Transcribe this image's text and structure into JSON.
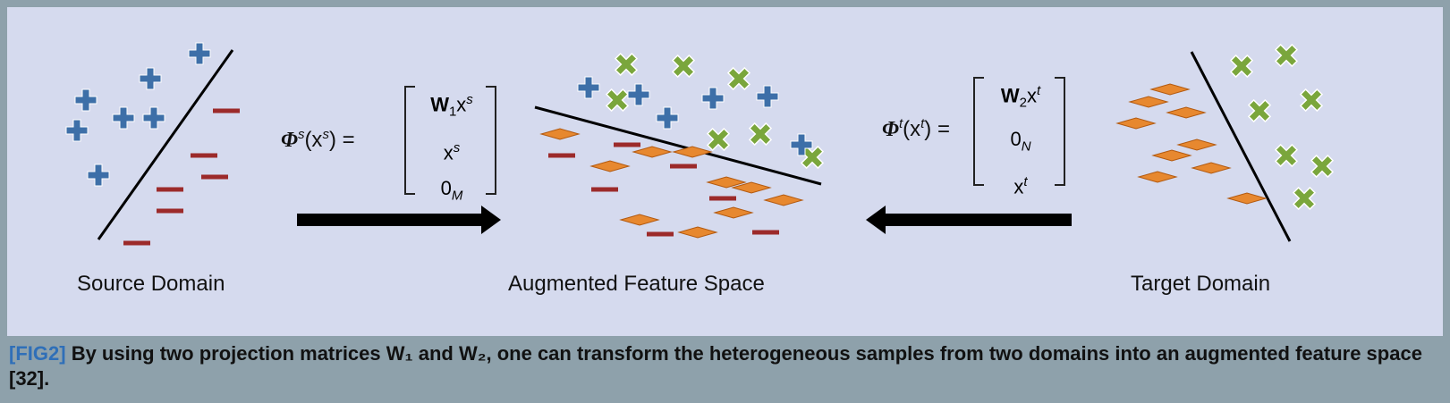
{
  "labels": {
    "source": "Source Domain",
    "augmented": "Augmented Feature Space",
    "target": "Target Domain"
  },
  "source_map": {
    "lhs": "Φ",
    "lhs_sup": "s",
    "arg": "(x",
    "arg_sup": "s",
    "arg_close": ") =",
    "row1_bold": "W",
    "row1_sub": "1",
    "row1_x": "x",
    "row1_sup": "s",
    "row2_x": "x",
    "row2_sup": "s",
    "row3": "0",
    "row3_sub": "M"
  },
  "target_map": {
    "lhs": "Φ",
    "lhs_sup": "t",
    "arg": "(x",
    "arg_sup": "t",
    "arg_close": ") =",
    "row1_bold": "W",
    "row1_sub": "2",
    "row1_x": "x",
    "row1_sup": "t",
    "row2": "0",
    "row2_sub": "N",
    "row3_x": "x",
    "row3_sup": "t"
  },
  "caption": {
    "tag": "[FIG2]",
    "text": "By using two projection matrices W₁ and W₂, one can transform the heterogeneous samples from two domains into an augmented feature space [32]."
  },
  "colors": {
    "plus": "#3d6fa8",
    "cross": "#7aa63c",
    "minus": "#9c2a2a",
    "diamond": "#e7882f",
    "diamond_stroke": "#b35a10"
  }
}
